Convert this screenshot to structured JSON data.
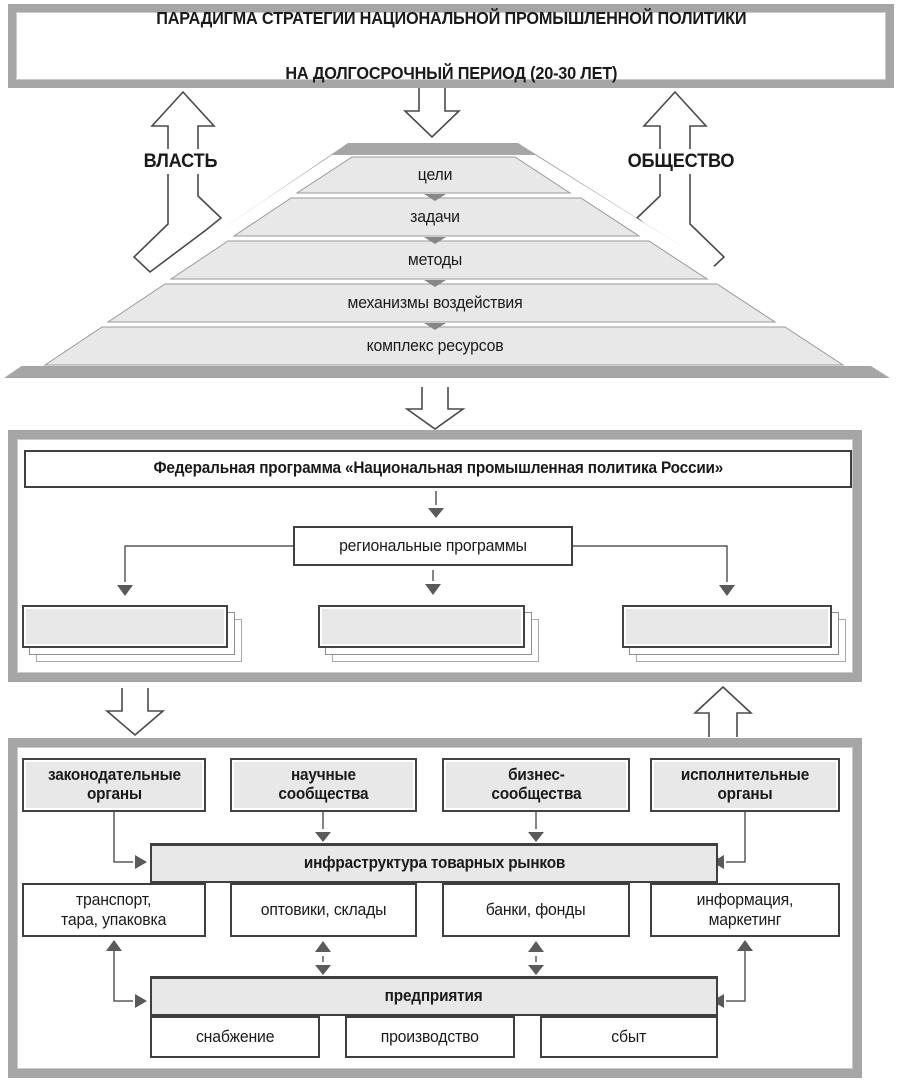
{
  "title": {
    "line1": "ПАРАДИГМА СТРАТЕГИИ НАЦИОНАЛЬНОЙ ПРОМЫШЛЕННОЙ ПОЛИТИКИ",
    "line2": "НА ДОЛГОСРОЧНЫЙ ПЕРИОД (20-30 ЛЕТ)"
  },
  "actors": {
    "left_label": "ВЛАСТЬ",
    "right_label": "ОБЩЕСТВО"
  },
  "pyramid": {
    "levels": [
      "цели",
      "задачи",
      "методы",
      "механизмы воздействия",
      "комплекс ресурсов"
    ]
  },
  "programs": {
    "federal": "Федеральная программа «Национальная промышленная политика России»",
    "regional": "региональные программы"
  },
  "market": {
    "actors": [
      "законодательные\nорганы",
      "научные\nсообщества",
      "бизнес-\nсообщества",
      "исполнительные\nорганы"
    ],
    "infrastructure": "инфраструктура товарных рынков",
    "services": [
      "транспорт,\nтара, упаковка",
      "оптовики, склады",
      "банки, фонды",
      "информация,\nмаркетинг"
    ],
    "enterprises": "предприятия",
    "functions": [
      "снабжение",
      "производство",
      "сбыт"
    ]
  },
  "colors": {
    "frame_gray": "#a6a6a6",
    "box_fill_gray": "#e8e8e8",
    "box_border_dark": "#3f3f3f",
    "connector_gray": "#5a5a5a",
    "text": "#1a1a1a"
  }
}
